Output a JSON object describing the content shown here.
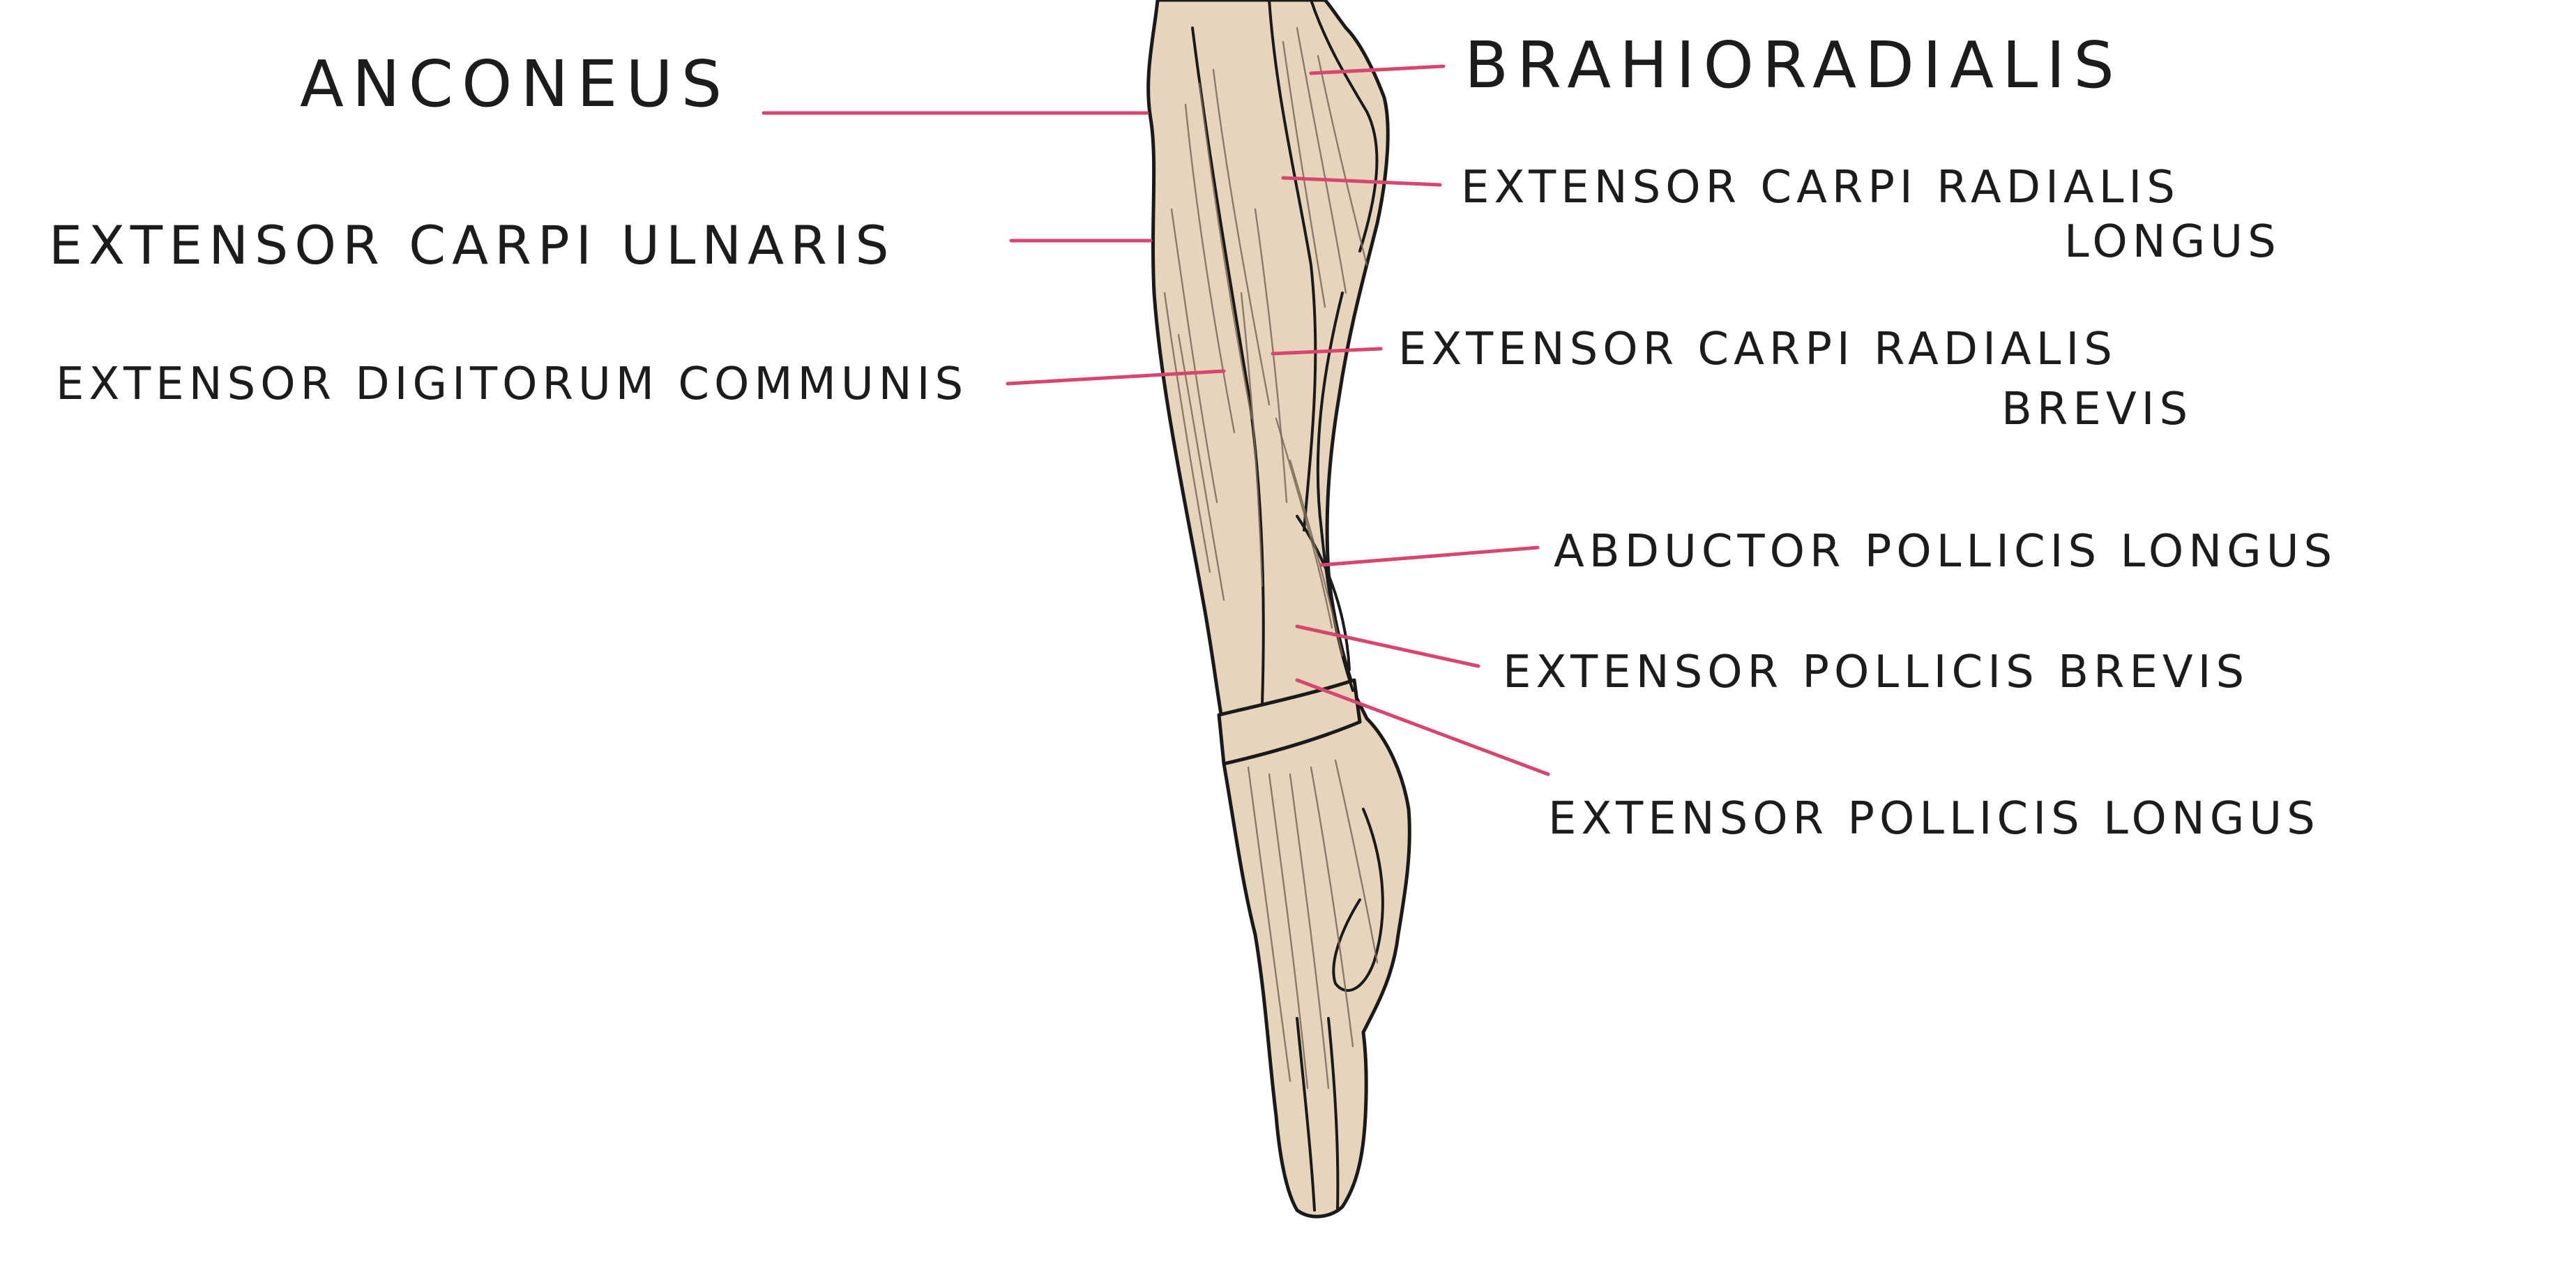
{
  "colors": {
    "background": "#ffffff",
    "skin": "#e6d4bc",
    "outline": "#1a1a1a",
    "fiber": "#7a6a58",
    "leader_line": "#d8456f",
    "text": "#1c1c1c"
  },
  "labels": {
    "anconeus": "ANCONEUS",
    "extensor_carpi_ulnaris": "EXTENSOR CARPI ULNARIS",
    "extensor_digitorum_communis": "EXTENSOR DIGITORUM COMMUNIS",
    "brahioradialis": "BRAHIORADIALIS",
    "ecrl_line1": "EXTENSOR CARPI RADIALIS",
    "ecrl_line2": "LONGUS",
    "ecrb_line1": "EXTENSOR CARPI RADIALIS",
    "ecrb_line2": "BREVIS",
    "abductor_pollicis_longus": "ABDUCTOR POLLICIS LONGUS",
    "extensor_pollicis_brevis": "EXTENSOR POLLICIS BREVIS",
    "extensor_pollicis_longus": "EXTENSOR POLLICIS LONGUS"
  }
}
